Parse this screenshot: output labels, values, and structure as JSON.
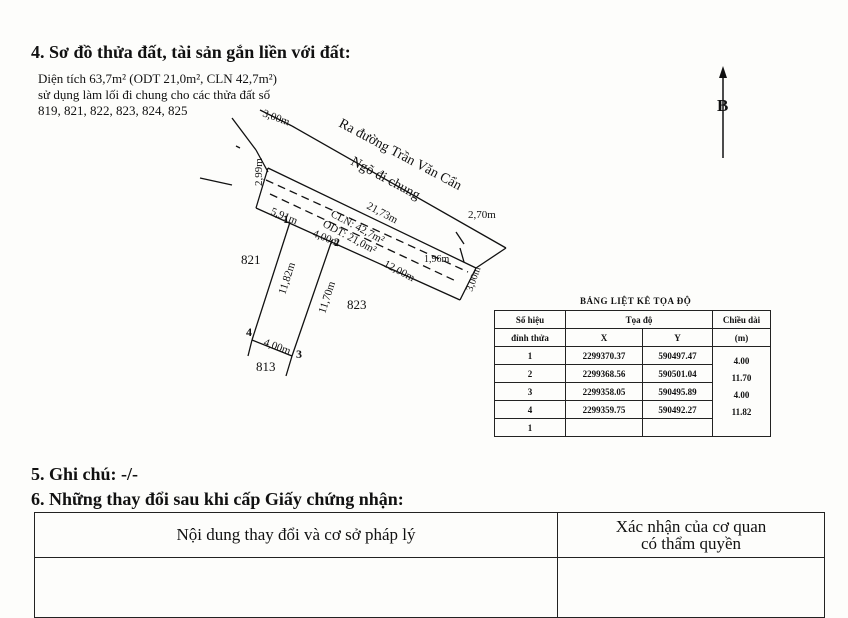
{
  "section4": {
    "title": "4. Sơ đồ thửa đất, tài sản gắn liền với đất:",
    "area_line": "Diện tích 63,7m² (ODT 21,0m², CLN 42,7m²)",
    "usage_line1": "sử dụng làm lối đi chung cho các thửa đất số",
    "usage_line2": "819, 821, 822, 823, 824, 825"
  },
  "north_label": "B",
  "map": {
    "road_label": "Ra đường Trần Văn Cẩn",
    "lane_label": "Ngõ đi chung",
    "dim_top": "3,00m",
    "dim_left": "2,99m",
    "dim_long": "21,73m",
    "dim_right_road": "2,70m",
    "dim_cln": "CLN: 42,7m²",
    "dim_odt": "ODT: 21,0m²",
    "dim_196": "1,96m",
    "dim_12": "12,00m",
    "dim_3": "3,00m",
    "dim_591": "5,91m",
    "dim_400_top": "4,00m",
    "dim_1182": "11,82m",
    "dim_1170": "11,70m",
    "dim_400_bottom": "4,00m",
    "parcel_821": "821",
    "parcel_823": "823",
    "parcel_813": "813",
    "pt1": "1",
    "pt2": "2",
    "pt3": "3",
    "pt4": "4"
  },
  "coord_table": {
    "title": "BẢNG LIỆT KÊ TỌA ĐỘ",
    "h_point_1": "Số hiệu",
    "h_point_2": "đỉnh thửa",
    "h_coord": "Tọa độ",
    "h_x": "X",
    "h_y": "Y",
    "h_len_1": "Chiều dài",
    "h_len_2": "(m)",
    "rows": [
      {
        "pt": "1",
        "x": "2299370.37",
        "y": "590497.47"
      },
      {
        "pt": "2",
        "x": "2299368.56",
        "y": "590501.04"
      },
      {
        "pt": "3",
        "x": "2299358.05",
        "y": "590495.89"
      },
      {
        "pt": "4",
        "x": "2299359.75",
        "y": "590492.27"
      },
      {
        "pt": "1",
        "x": "",
        "y": ""
      }
    ],
    "lengths": [
      "4.00",
      "11.70",
      "4.00",
      "11.82"
    ]
  },
  "section5": {
    "title": "5. Ghi chú: -/-"
  },
  "section6": {
    "title": "6. Những thay đổi sau khi cấp Giấy chứng nhận:",
    "col1": "Nội dung thay đổi và cơ sở pháp lý",
    "col2_line1": "Xác nhận của cơ quan",
    "col2_line2": "có thẩm quyền"
  }
}
